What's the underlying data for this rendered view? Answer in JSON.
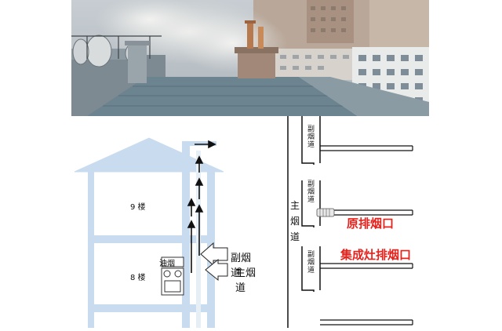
{
  "left": {
    "floor_upper": "9 楼",
    "floor_lower": "8 楼",
    "oil_smoke": "油烟",
    "secondary_flue": "副烟道",
    "main_flue": "主烟道"
  },
  "right": {
    "secondary_flue_top": "副烟道",
    "secondary_flue_mid": "副烟道",
    "secondary_flue_low": "副烟道",
    "main_flue": "主烟道",
    "original_outlet": "原排烟口",
    "integrated_outlet": "集成灶排烟口"
  },
  "colors": {
    "accent_red": "#e8211b",
    "wall_blue": "#2f72b8",
    "fill_blue": "#c9dcef"
  }
}
